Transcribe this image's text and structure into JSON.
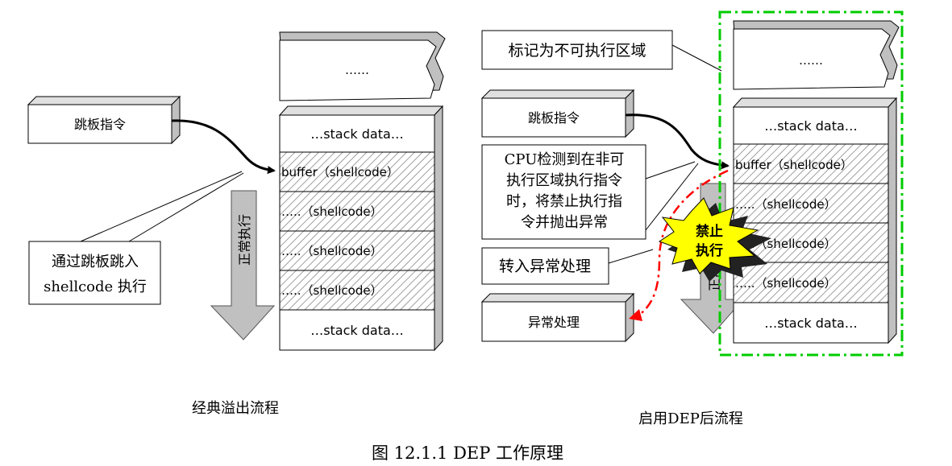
{
  "left": {
    "top_box": "……",
    "springboard": "跳板指令",
    "callout": {
      "line1": "通过跳板跳入",
      "line2": "shellcode 执行"
    },
    "flow_label": "正常执行",
    "stack": {
      "top": "…stack data…",
      "buffer": "buffer（shellcode）",
      "rows": [
        "…..（shellcode）",
        "…..（shellcode）",
        "…..（shellcode）"
      ],
      "bottom": "…stack data…"
    },
    "caption": "经典溢出流程"
  },
  "right": {
    "top_box": "……",
    "mark_note": "标记为不可执行区域",
    "springboard": "跳板指令",
    "cpu_note": [
      "CPU检测到在非可",
      "执行区域执行指令",
      "时，将禁止执行指",
      "令并抛出异常"
    ],
    "turn_note": "转入异常处理",
    "handler": "异常处理",
    "burst": {
      "line1": "禁止",
      "line2": "执行"
    },
    "flow_label": "正常执行",
    "stack": {
      "top": "…stack data…",
      "buffer": "buffer（shellcode）",
      "rows": [
        "…..（shellcode）",
        "…..（shellcode）",
        "…..（shellcode）"
      ],
      "bottom": "…stack data…"
    },
    "caption": "启用DEP后流程"
  },
  "figure_caption": "图 12.1.1  DEP   工作原理",
  "colors": {
    "dep_border": "#00cc00",
    "exception_path": "#ff0000",
    "burst_fill": "#ffff00",
    "arrow_fill": "#c0c0c0",
    "box_side": "#c0c0c0"
  }
}
